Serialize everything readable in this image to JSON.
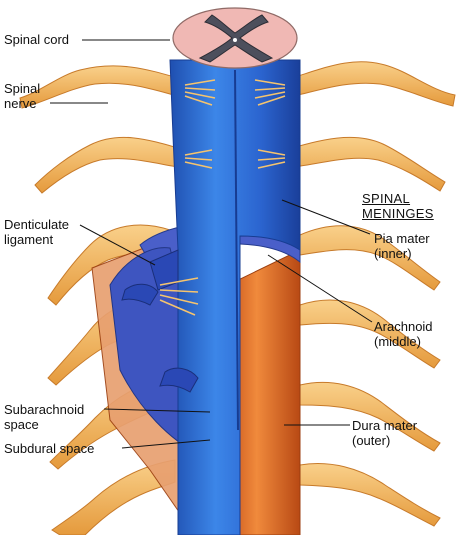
{
  "heading": {
    "line1": "SPINAL",
    "line2": "MENINGES"
  },
  "labels": {
    "spinal_cord": "Spinal cord",
    "spinal_nerve_1": "Spinal",
    "spinal_nerve_2": "nerve",
    "denticulate_1": "Denticulate",
    "denticulate_2": "ligament",
    "subarachnoid_1": "Subarachnoid",
    "subarachnoid_2": "space",
    "subdural": "Subdural space",
    "pia_1": "Pia mater",
    "pia_2": "(inner)",
    "arachnoid_1": "Arachnoid",
    "arachnoid_2": "(middle)",
    "dura_1": "Dura mater",
    "dura_2": "(outer)"
  },
  "colors": {
    "pia": "#2f6fd6",
    "arachnoid": "#4a5fc9",
    "dura": "#e0742e",
    "nerve": "#f2b25a",
    "gray_matter": "#4d4f5c",
    "white_matter": "#f0b8b4"
  }
}
